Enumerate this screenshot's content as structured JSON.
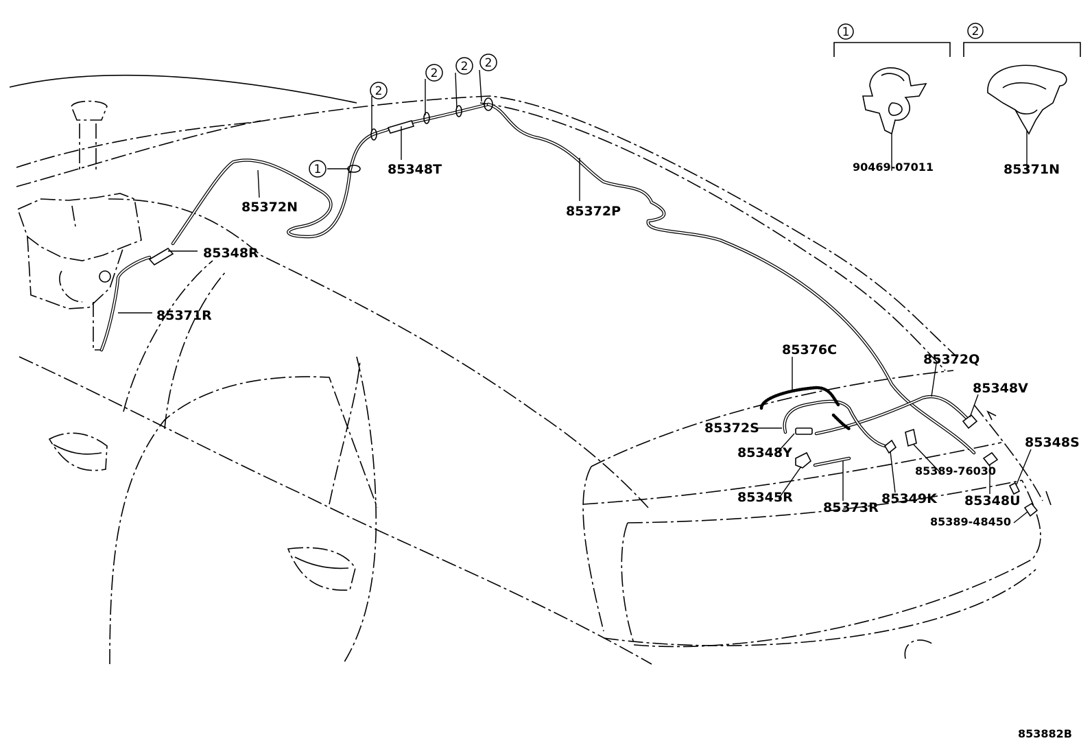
{
  "diagram": {
    "ref_code": "853882B",
    "detail_1": {
      "label": "1",
      "part_number": "90469-07011"
    },
    "detail_2": {
      "label": "2",
      "part_number": "85371N"
    },
    "callouts": {
      "clip1": "1",
      "clip2a": "2",
      "clip2b": "2",
      "clip2c": "2",
      "clip2d": "2"
    },
    "parts": {
      "p85348T": "85348T",
      "p85372N": "85372N",
      "p85372P": "85372P",
      "p85348R": "85348R",
      "p85371R": "85371R",
      "p85376C": "85376C",
      "p85372Q": "85372Q",
      "p85348V": "85348V",
      "p85372S": "85372S",
      "p85348Y": "85348Y",
      "p85348S": "85348S",
      "p85389_76030": "85389-76030",
      "p85345R": "85345R",
      "p85373R": "85373R",
      "p85349K": "85349K",
      "p85348U": "85348U",
      "p85389_48450": "85389-48450"
    }
  }
}
